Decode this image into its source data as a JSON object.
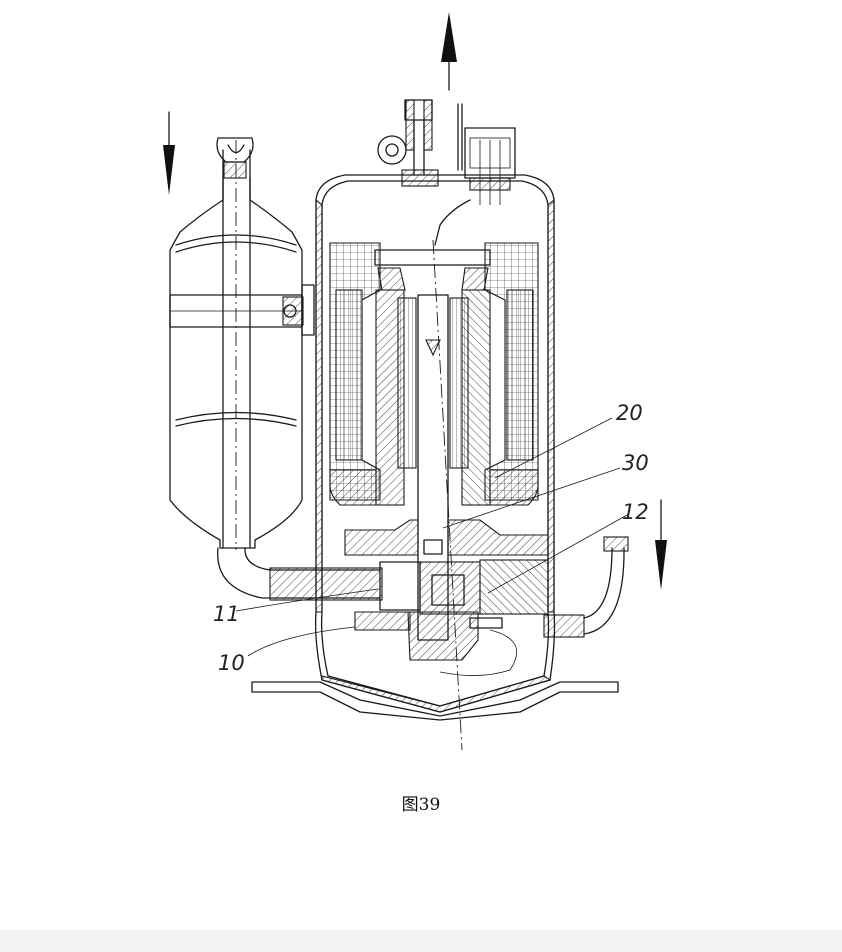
{
  "figure": {
    "caption": "图39",
    "labels": {
      "l20": "20",
      "l30": "30",
      "l12": "12",
      "l11": "11",
      "l10": "10"
    }
  }
}
